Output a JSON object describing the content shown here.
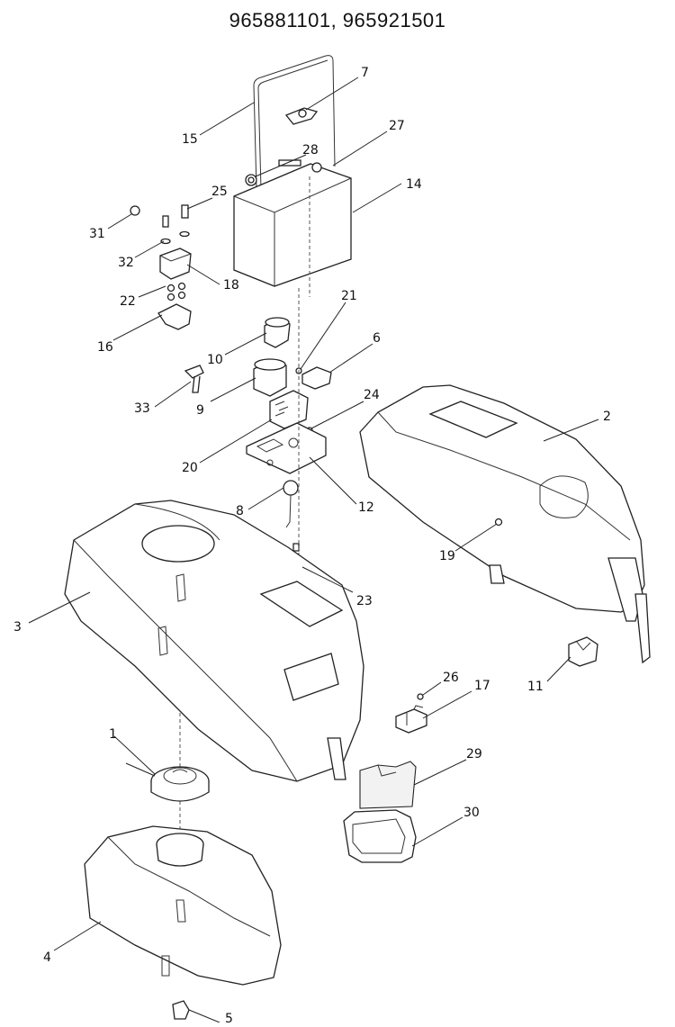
{
  "document": {
    "title": "965881101, 965921501"
  },
  "callouts": [
    {
      "id": "c1",
      "label": "1"
    },
    {
      "id": "c2",
      "label": "2"
    },
    {
      "id": "c3",
      "label": "3"
    },
    {
      "id": "c4",
      "label": "4"
    },
    {
      "id": "c5",
      "label": "5"
    },
    {
      "id": "c6",
      "label": "6"
    },
    {
      "id": "c7",
      "label": "7"
    },
    {
      "id": "c8",
      "label": "8"
    },
    {
      "id": "c9",
      "label": "9"
    },
    {
      "id": "c10",
      "label": "10"
    },
    {
      "id": "c11",
      "label": "11"
    },
    {
      "id": "c12",
      "label": "12"
    },
    {
      "id": "c14",
      "label": "14"
    },
    {
      "id": "c15",
      "label": "15"
    },
    {
      "id": "c16",
      "label": "16"
    },
    {
      "id": "c17",
      "label": "17"
    },
    {
      "id": "c18",
      "label": "18"
    },
    {
      "id": "c19",
      "label": "19"
    },
    {
      "id": "c20",
      "label": "20"
    },
    {
      "id": "c21",
      "label": "21"
    },
    {
      "id": "c22",
      "label": "22"
    },
    {
      "id": "c23",
      "label": "23"
    },
    {
      "id": "c24",
      "label": "24"
    },
    {
      "id": "c25",
      "label": "25"
    },
    {
      "id": "c26",
      "label": "26"
    },
    {
      "id": "c27",
      "label": "27"
    },
    {
      "id": "c28",
      "label": "28"
    },
    {
      "id": "c29",
      "label": "29"
    },
    {
      "id": "c30",
      "label": "30"
    },
    {
      "id": "c31",
      "label": "31"
    },
    {
      "id": "c32",
      "label": "32"
    },
    {
      "id": "c33",
      "label": "33"
    }
  ]
}
